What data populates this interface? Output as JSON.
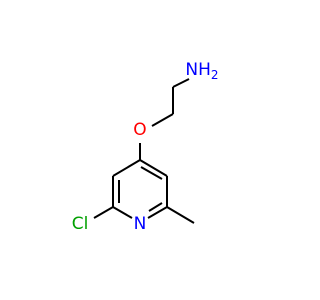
{
  "molecule": {
    "atoms": {
      "amine": {
        "text": "NH",
        "subscript": "2",
        "color": "#0000ff"
      },
      "ether_oxygen": {
        "text": "O",
        "color": "#ff0000"
      },
      "ring_nitrogen": {
        "text": "N",
        "color": "#0000ff"
      },
      "chlorine": {
        "text": "Cl",
        "color": "#00a000"
      }
    },
    "colors": {
      "bond": "#000000",
      "background": "#ffffff"
    }
  }
}
